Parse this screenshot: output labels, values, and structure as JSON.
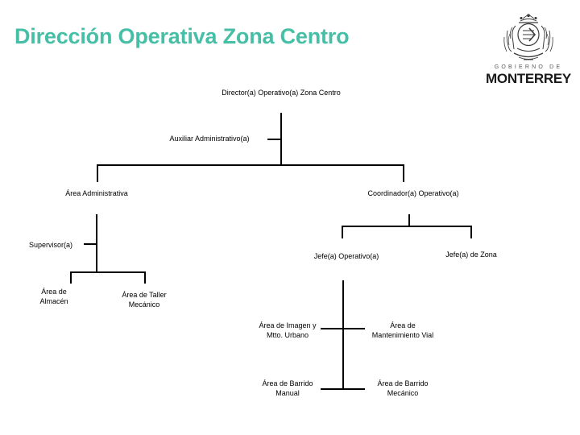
{
  "slide": {
    "title": "Dirección Operativa Zona Centro",
    "title_color": "#46bfa6",
    "background_color": "#ffffff",
    "line_color": "#000000"
  },
  "logo": {
    "name": "gobierno-de-monterrey-logo",
    "top_line": "GOBIERNO DE",
    "main_line": "MONTERREY",
    "crest_alt": "coat-of-arms-crest"
  },
  "chart_data": {
    "type": "diagram",
    "title": "Dirección Operativa Zona Centro",
    "nodes": [
      {
        "id": "director",
        "label": "Director(a) Operativo(a) Zona Centro",
        "level": 0
      },
      {
        "id": "auxiliar",
        "label": "Auxiliar Administrativo(a)",
        "level": 1
      },
      {
        "id": "area_admin",
        "label": "Área Administrativa",
        "level": 2
      },
      {
        "id": "coordinador",
        "label": "Coordinador(a) Operativo(a)",
        "level": 2
      },
      {
        "id": "supervisor",
        "label": "Supervisor(a)",
        "level": 3
      },
      {
        "id": "area_almacen",
        "label": "Área de\nAlmacén",
        "level": 4
      },
      {
        "id": "area_taller",
        "label": "Área de Taller\nMecánico",
        "level": 4
      },
      {
        "id": "jefe_operativo",
        "label": "Jefe(a) Operativo(a)",
        "level": 3
      },
      {
        "id": "jefe_zona",
        "label": "Jefe(a) de Zona",
        "level": 3
      },
      {
        "id": "area_imagen",
        "label": "Área de Imagen y\nMtto. Urbano",
        "level": 4
      },
      {
        "id": "area_mtto_vial",
        "label": "Área de\nMantenimiento Vial",
        "level": 4
      },
      {
        "id": "area_barrido_man",
        "label": "Área de Barrido\nManual",
        "level": 5
      },
      {
        "id": "area_barrido_mec",
        "label": "Área de Barrido\nMecánico",
        "level": 5
      }
    ],
    "edges": [
      {
        "from": "director",
        "to": "auxiliar"
      },
      {
        "from": "director",
        "to": "area_admin"
      },
      {
        "from": "director",
        "to": "coordinador"
      },
      {
        "from": "area_admin",
        "to": "supervisor"
      },
      {
        "from": "area_admin",
        "to": "area_almacen"
      },
      {
        "from": "area_admin",
        "to": "area_taller"
      },
      {
        "from": "coordinador",
        "to": "jefe_operativo"
      },
      {
        "from": "coordinador",
        "to": "jefe_zona"
      },
      {
        "from": "jefe_operativo",
        "to": "area_imagen"
      },
      {
        "from": "jefe_operativo",
        "to": "area_mtto_vial"
      },
      {
        "from": "jefe_operativo",
        "to": "area_barrido_man"
      },
      {
        "from": "jefe_operativo",
        "to": "area_barrido_mec"
      }
    ]
  }
}
